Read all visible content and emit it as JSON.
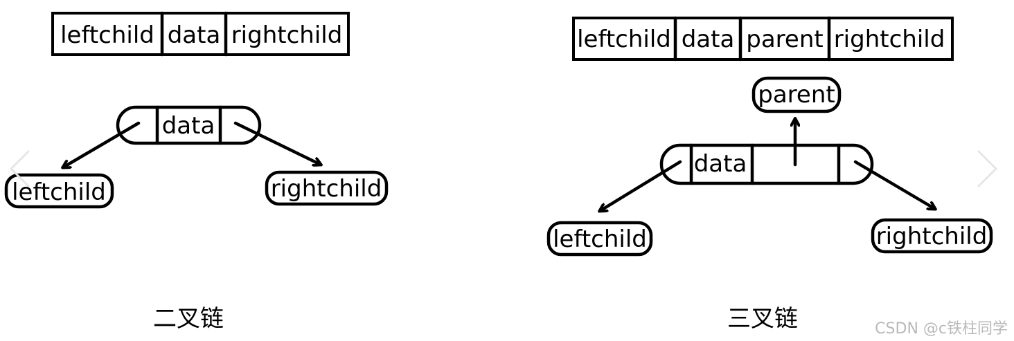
{
  "binary": {
    "header_cells": [
      "leftchild",
      "data",
      "rightchild"
    ],
    "node_label": "data",
    "left_child": "leftchild",
    "right_child": "rightchild",
    "caption": "二叉链"
  },
  "trinary": {
    "header_cells": [
      "leftchild",
      "data",
      "parent",
      "rightchild"
    ],
    "parent_node": "parent",
    "node_label": "data",
    "left_child": "leftchild",
    "right_child": "rightchild",
    "caption": "三叉链"
  },
  "watermark": "CSDN @c铁柱同学",
  "icons": {
    "prev": "chevron-left-icon",
    "next": "chevron-right-icon"
  }
}
